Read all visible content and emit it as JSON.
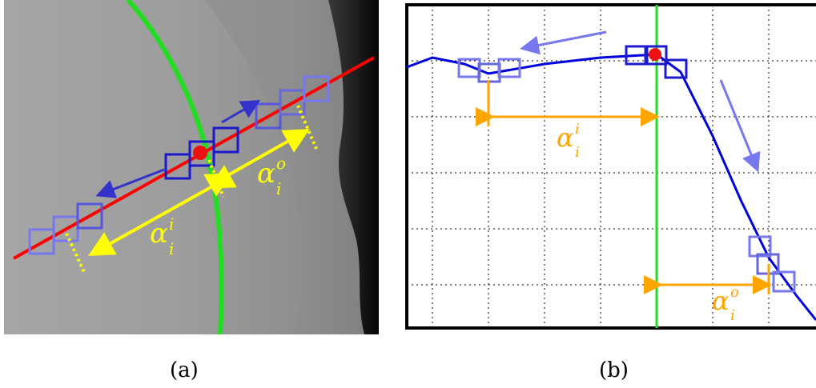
{
  "panel_a": {
    "caption": "(a)",
    "label_inner": {
      "base": "α",
      "sup": "i",
      "sub": "i"
    },
    "label_outer": {
      "base": "α",
      "sup": "o",
      "sub": "i"
    }
  },
  "panel_b": {
    "caption": "(b)",
    "label_inner": {
      "base": "α",
      "sup": "i",
      "sub": "i"
    },
    "label_outer": {
      "base": "α",
      "sup": "o",
      "sub": "i"
    }
  },
  "colors": {
    "profile_line": "#ff0000",
    "boundary": "#22dd22",
    "sample_boxes": "#1a1acc",
    "faded_boxes": "#7777ee",
    "arrows_a": "#ffff00",
    "arrows_b": "#ffa500",
    "center_point": "#ee1111",
    "curve_b": "#0000dd"
  }
}
